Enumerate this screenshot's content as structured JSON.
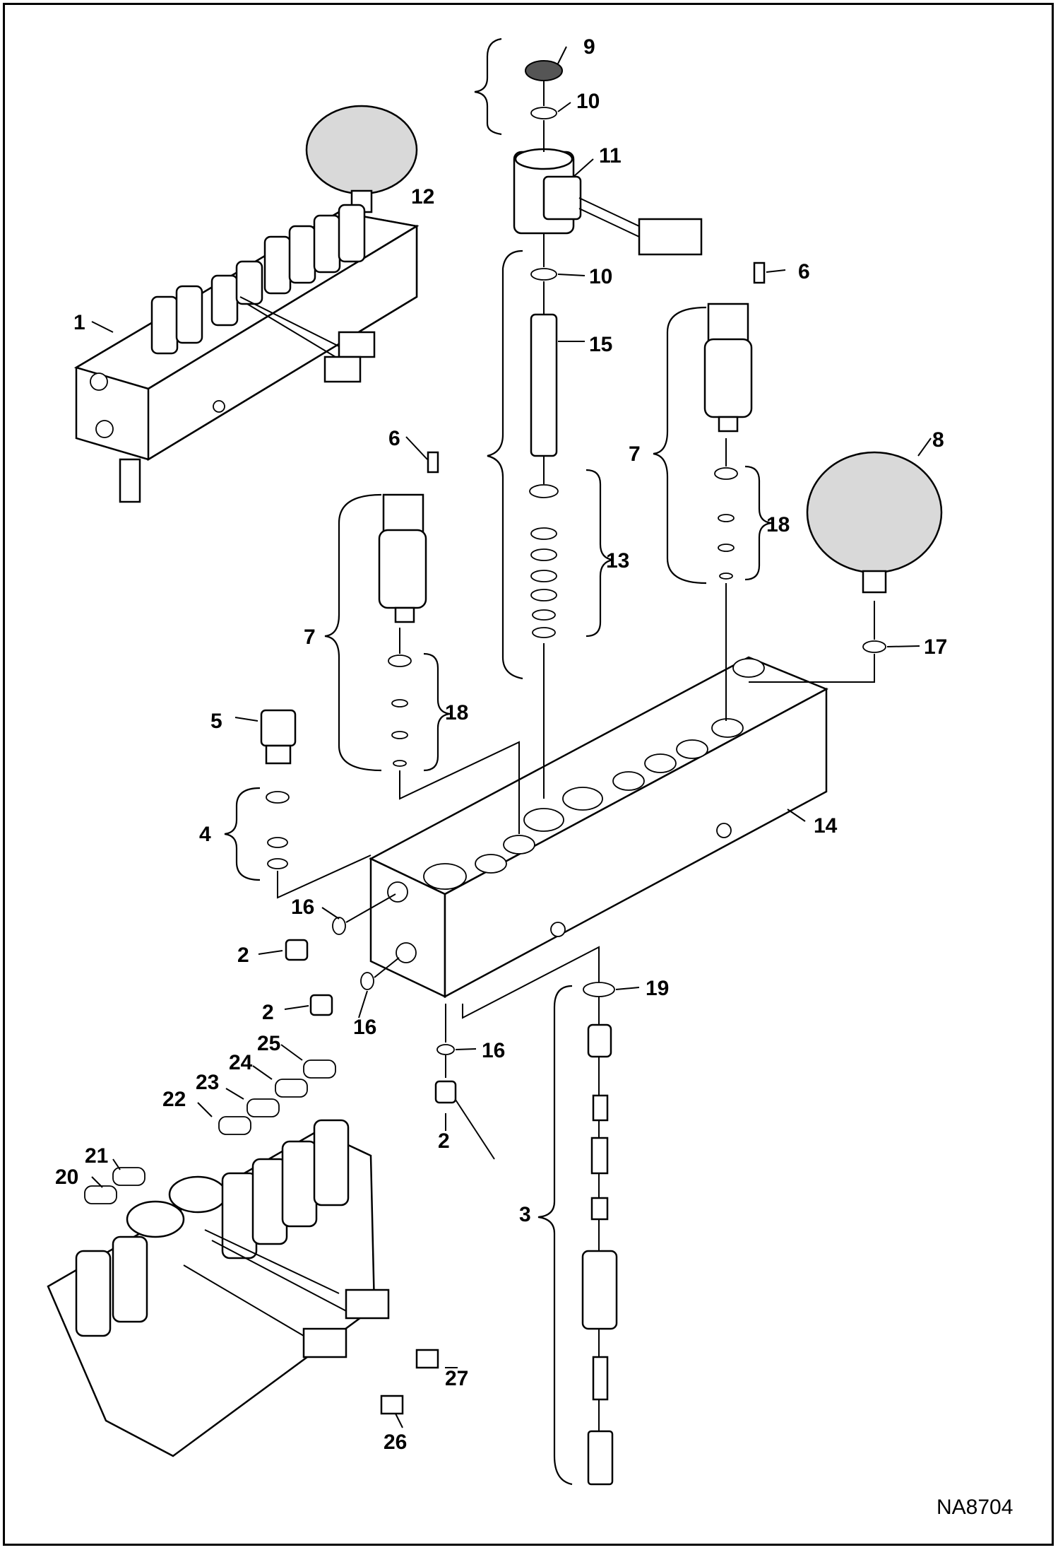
{
  "figure_id": "NA8704",
  "callouts": [
    {
      "id": "c1",
      "label": "1"
    },
    {
      "id": "c2a",
      "label": "2"
    },
    {
      "id": "c2b",
      "label": "2"
    },
    {
      "id": "c2c",
      "label": "2"
    },
    {
      "id": "c3",
      "label": "3"
    },
    {
      "id": "c4",
      "label": "4"
    },
    {
      "id": "c5",
      "label": "5"
    },
    {
      "id": "c6a",
      "label": "6"
    },
    {
      "id": "c6b",
      "label": "6"
    },
    {
      "id": "c7a",
      "label": "7"
    },
    {
      "id": "c7b",
      "label": "7"
    },
    {
      "id": "c8",
      "label": "8"
    },
    {
      "id": "c9",
      "label": "9"
    },
    {
      "id": "c10a",
      "label": "10"
    },
    {
      "id": "c10b",
      "label": "10"
    },
    {
      "id": "c11",
      "label": "11"
    },
    {
      "id": "c12",
      "label": "12"
    },
    {
      "id": "c13",
      "label": "13"
    },
    {
      "id": "c14",
      "label": "14"
    },
    {
      "id": "c15",
      "label": "15"
    },
    {
      "id": "c16a",
      "label": "16"
    },
    {
      "id": "c16b",
      "label": "16"
    },
    {
      "id": "c16c",
      "label": "16"
    },
    {
      "id": "c17",
      "label": "17"
    },
    {
      "id": "c18a",
      "label": "18"
    },
    {
      "id": "c18b",
      "label": "18"
    },
    {
      "id": "c19",
      "label": "19"
    },
    {
      "id": "c20",
      "label": "20"
    },
    {
      "id": "c21",
      "label": "21"
    },
    {
      "id": "c22",
      "label": "22"
    },
    {
      "id": "c23",
      "label": "23"
    },
    {
      "id": "c24",
      "label": "24"
    },
    {
      "id": "c25",
      "label": "25"
    },
    {
      "id": "c26",
      "label": "26"
    },
    {
      "id": "c27",
      "label": "27"
    }
  ]
}
